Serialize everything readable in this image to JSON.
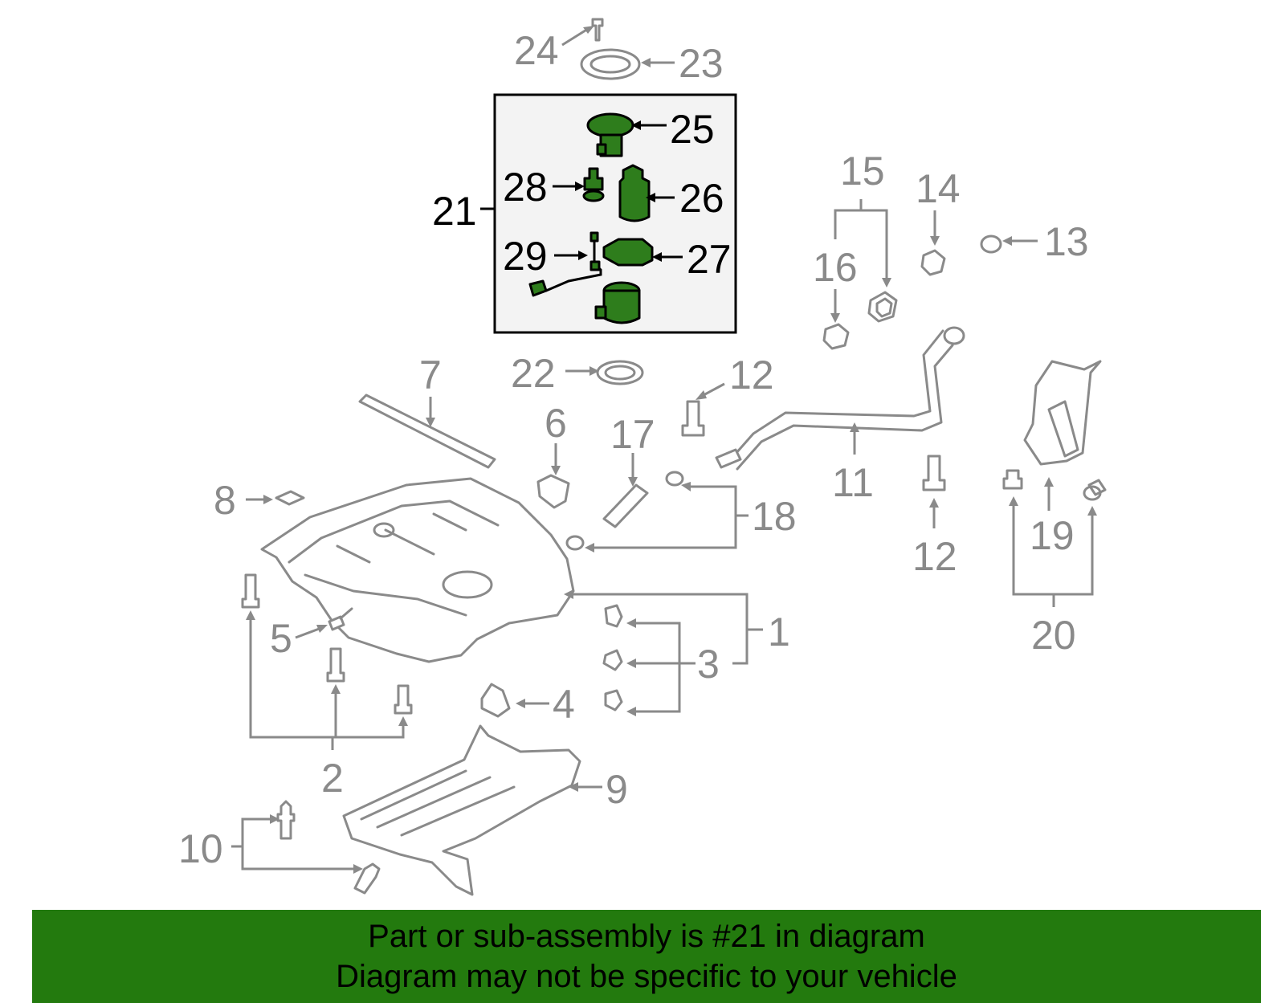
{
  "callouts": {
    "c1": "1",
    "c2": "2",
    "c3": "3",
    "c4": "4",
    "c5": "5",
    "c6": "6",
    "c7": "7",
    "c8": "8",
    "c9": "9",
    "c10": "10",
    "c11": "11",
    "c12a": "12",
    "c12b": "12",
    "c13": "13",
    "c14": "14",
    "c15": "15",
    "c16": "16",
    "c17": "17",
    "c18": "18",
    "c19": "19",
    "c20": "20",
    "c21": "21",
    "c22": "22",
    "c23": "23",
    "c24": "24",
    "c25": "25",
    "c26": "26",
    "c27": "27",
    "c28": "28",
    "c29": "29"
  },
  "highlight": {
    "assembly_number": "21",
    "color": "#2e7d1c"
  },
  "colors": {
    "line": "#8a8a8a",
    "banner_bg": "#237a0e",
    "banner_text": "#000000",
    "box_bg": "#f3f3f3"
  },
  "banner": {
    "line1": "Part or sub-assembly is #21 in diagram",
    "line2": "Diagram may not be specific to your vehicle"
  }
}
